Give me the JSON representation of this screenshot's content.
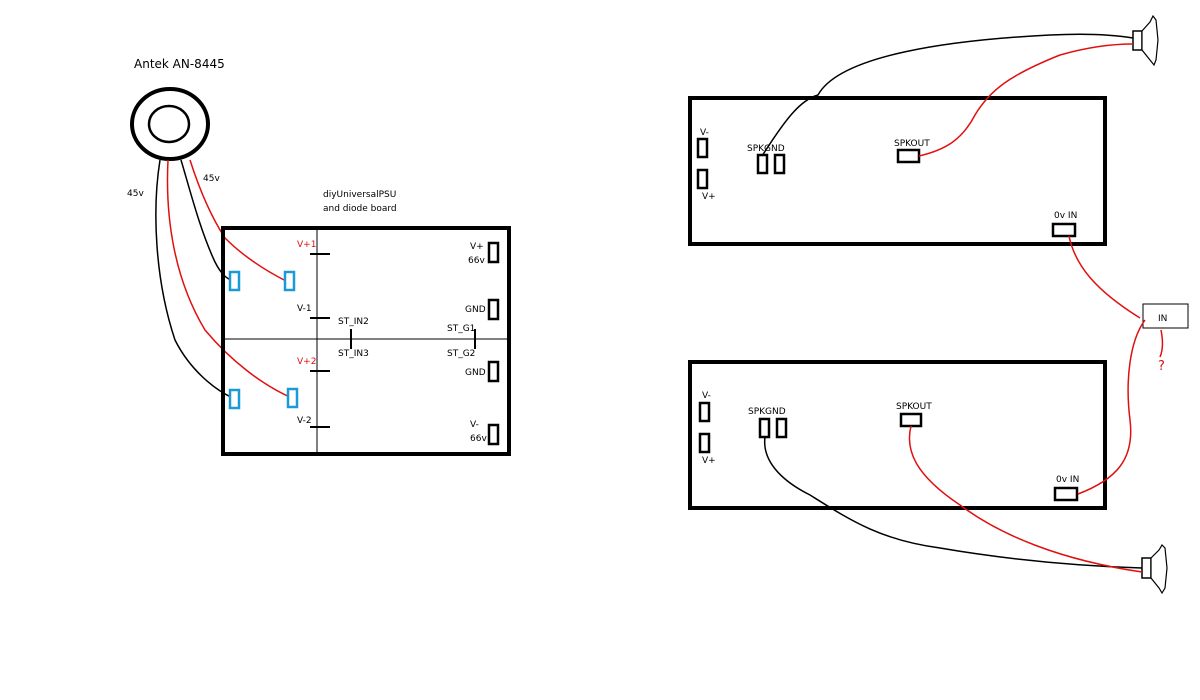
{
  "transformer": {
    "title": "Antek AN-8445",
    "tap_left": "45v",
    "tap_right": "45v"
  },
  "psu": {
    "caption_line1": "diyUniversalPSU",
    "caption_line2": "and diode board",
    "v_plus1": "V+1",
    "v_minus1": "V-1",
    "v_plus2": "V+2",
    "v_minus2": "V-2",
    "st_in2": "ST_IN2",
    "st_in3": "ST_IN3",
    "st_g1": "ST_G1",
    "st_g2": "ST_G2",
    "out_vplus": "V+",
    "out_vplus_val": "66v",
    "gnd1": "GND",
    "gnd2": "GND",
    "out_vminus": "V-",
    "out_vminus_val": "66v",
    "colors": {
      "red_label": "#e01010",
      "blue_terminal": "#1a9ad6"
    }
  },
  "amp_top": {
    "v_minus": "V-",
    "v_plus": "V+",
    "spkgnd": "SPKGND",
    "spkout": "SPKOUT",
    "ov_in": "0v IN"
  },
  "amp_bottom": {
    "v_minus": "V-",
    "v_plus": "V+",
    "spkgnd": "SPKGND",
    "spkout": "SPKOUT",
    "ov_in": "0v IN"
  },
  "input": {
    "label": "IN",
    "question": "?"
  },
  "wire_colors": {
    "black": "#000000",
    "red": "#e01010"
  }
}
